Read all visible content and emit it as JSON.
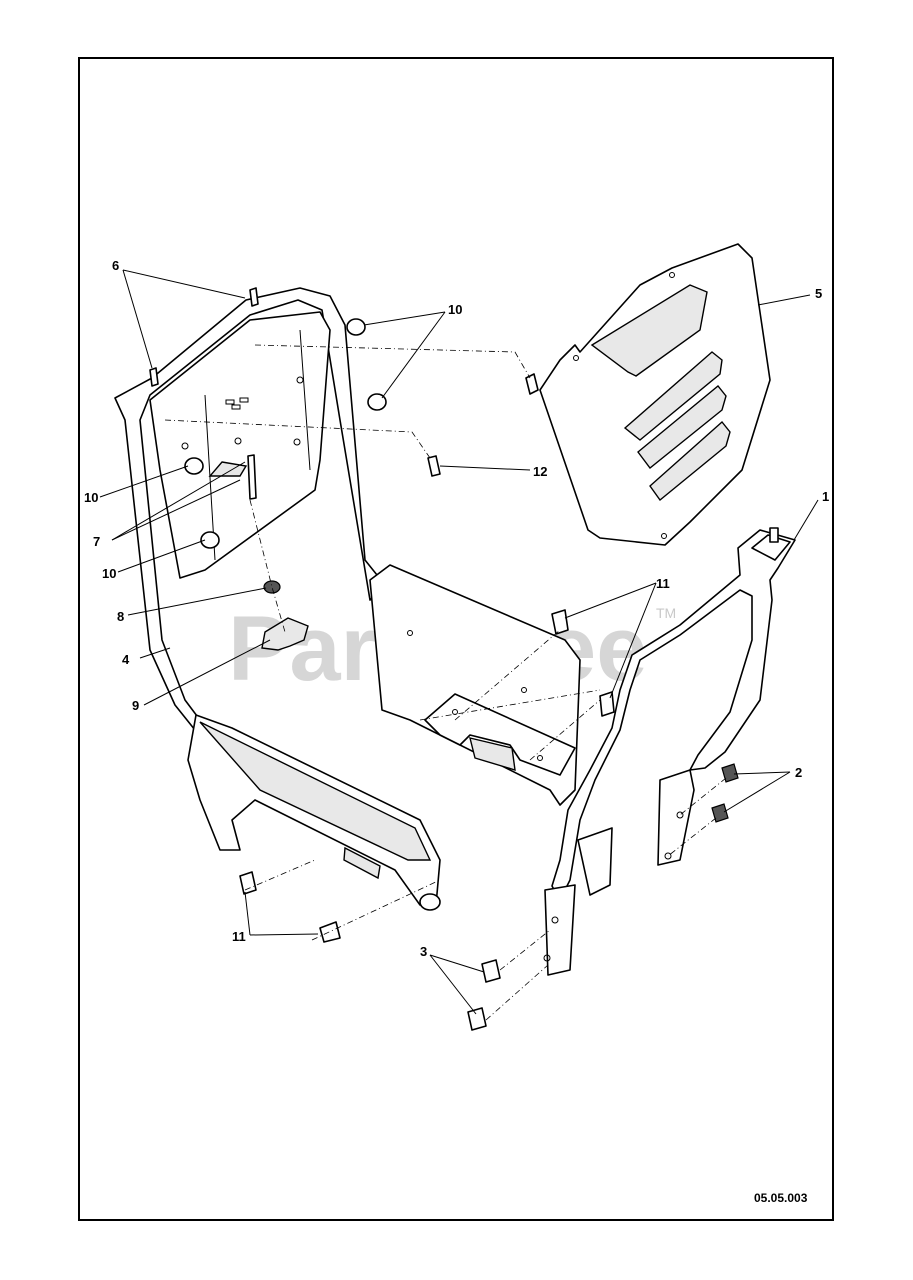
{
  "watermark": {
    "text": "PartsTree",
    "trademark": "TM"
  },
  "reference_number": "05.05.003",
  "callouts": [
    {
      "id": "c1",
      "label": "1"
    },
    {
      "id": "c2",
      "label": "2"
    },
    {
      "id": "c3",
      "label": "3"
    },
    {
      "id": "c4",
      "label": "4"
    },
    {
      "id": "c5",
      "label": "5"
    },
    {
      "id": "c6",
      "label": "6"
    },
    {
      "id": "c7",
      "label": "7"
    },
    {
      "id": "c8",
      "label": "8"
    },
    {
      "id": "c9",
      "label": "9"
    },
    {
      "id": "c10a",
      "label": "10"
    },
    {
      "id": "c10b",
      "label": "10"
    },
    {
      "id": "c10c",
      "label": "10"
    },
    {
      "id": "c11a",
      "label": "11"
    },
    {
      "id": "c11b",
      "label": "11"
    },
    {
      "id": "c12",
      "label": "12"
    }
  ]
}
